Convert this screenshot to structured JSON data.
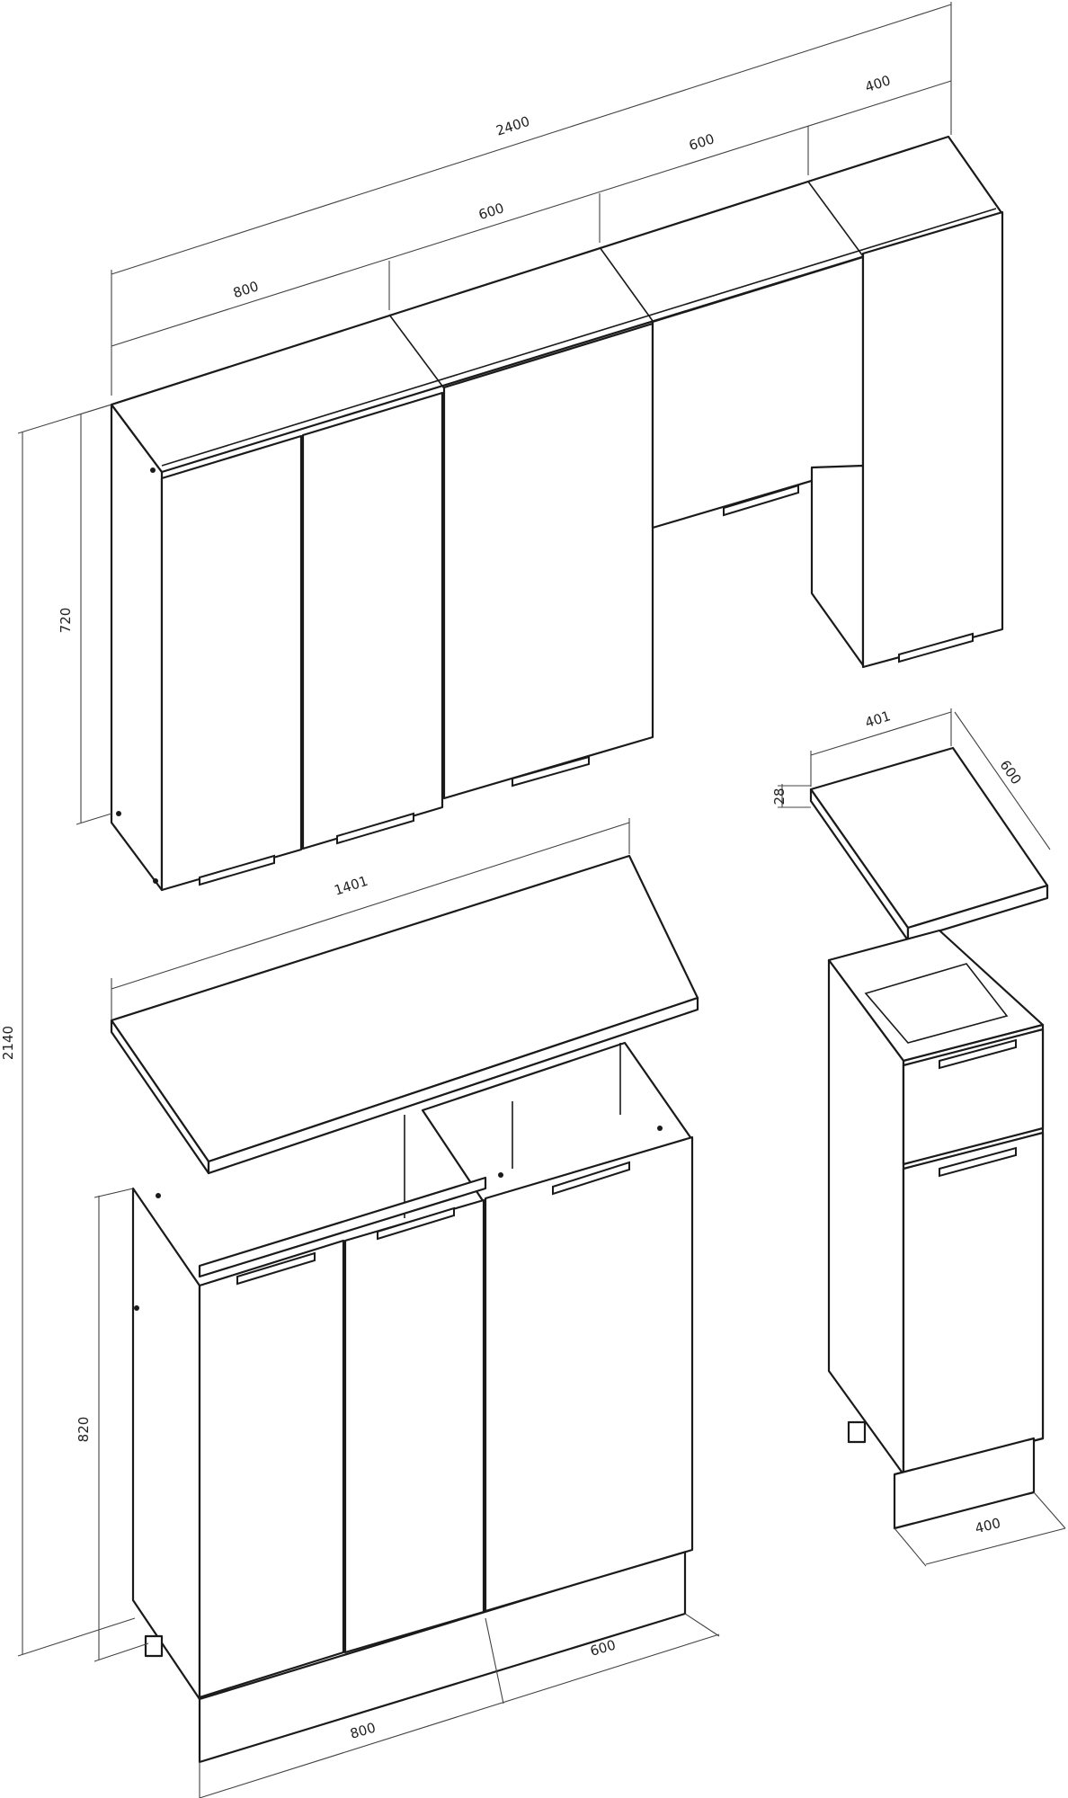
{
  "dimensions": {
    "total_height": "2140",
    "total_width": "2400",
    "upper_cabinet_1_width": "800",
    "upper_cabinet_2_width": "600",
    "upper_cabinet_3_width": "600",
    "upper_cabinet_4_width": "400",
    "upper_height": "720",
    "countertop_length": "1401",
    "small_top_width": "401",
    "small_top_depth": "600",
    "small_top_thickness": "28",
    "small_base_width": "400",
    "lower_cabinet_height": "820",
    "lower_cabinet_1_width": "800",
    "lower_cabinet_2_width": "600"
  },
  "colors": {
    "line": "#1a1a1a",
    "background": "#ffffff"
  }
}
